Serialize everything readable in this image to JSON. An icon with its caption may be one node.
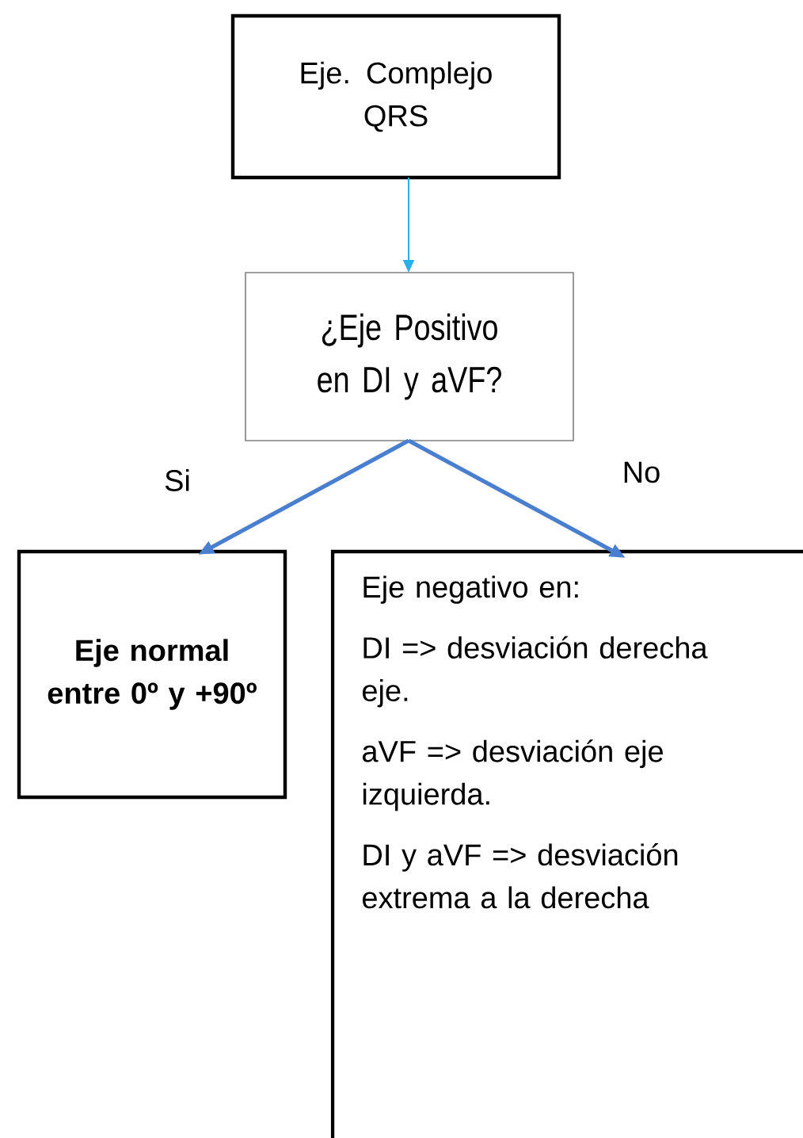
{
  "diagram": {
    "nodes": [
      {
        "text": [
          "Eje. Complejo QRS"
        ]
      },
      {
        "text": [
          "¿Eje Positivo en DI y aVF?"
        ]
      },
      {
        "text": [
          "Eje normal entre 0º  y +90º"
        ]
      },
      {
        "text": [
          "Eje negativo en:",
          "DI => desviación derecha eje.",
          "aVF => desviación eje izquierda.",
          "DI y aVF => desviación extrema a la derecha"
        ]
      }
    ],
    "edges": [
      {
        "from": 0,
        "to": 1,
        "arrow": "to",
        "color": "#29b0ea"
      },
      {
        "from": 1,
        "to": 2,
        "arrow": "to",
        "label": "Si"
      },
      {
        "from": 1,
        "to": 3,
        "arrow": "to",
        "label": "No"
      }
    ]
  }
}
